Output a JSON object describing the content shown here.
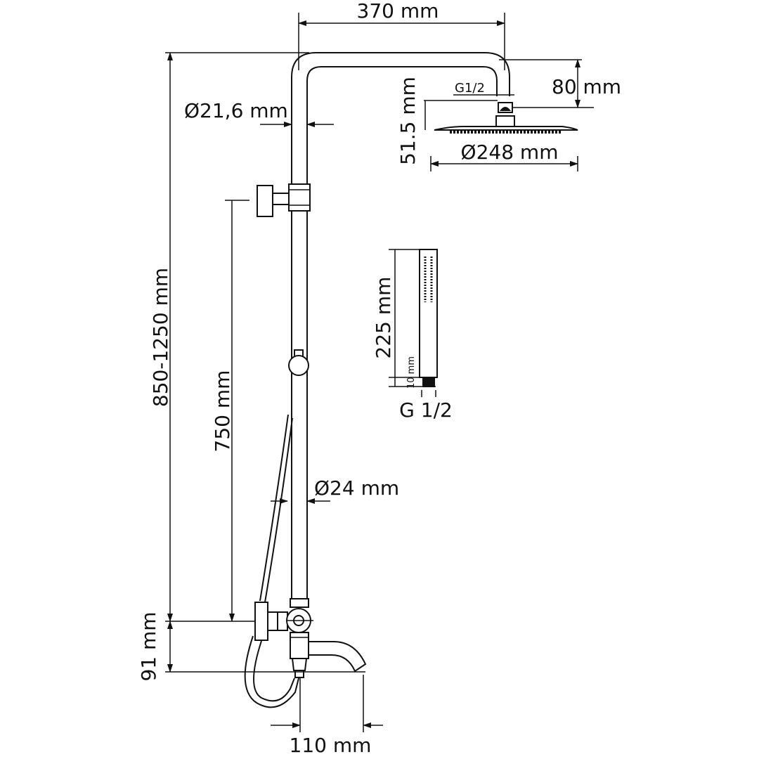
{
  "title": "Shower system dimension drawing",
  "dimensions": {
    "arm_length": "370 mm",
    "arm_drop": "80 mm",
    "head_connection": "G1/2",
    "head_height": "51.5 mm",
    "head_diameter": "Ø248 mm",
    "upper_pipe_diameter": "Ø21,6 mm",
    "total_height": "850-1250 mm",
    "slide_rail_height": "750 mm",
    "lower_pipe_diameter": "Ø24 mm",
    "spout_height": "91 mm",
    "spout_projection": "110 mm",
    "hand_shower_length": "225 mm",
    "hand_shower_connector": "10 mm",
    "hand_shower_thread": "G 1/2"
  },
  "colors": {
    "line": "#111111",
    "background": "#ffffff"
  }
}
